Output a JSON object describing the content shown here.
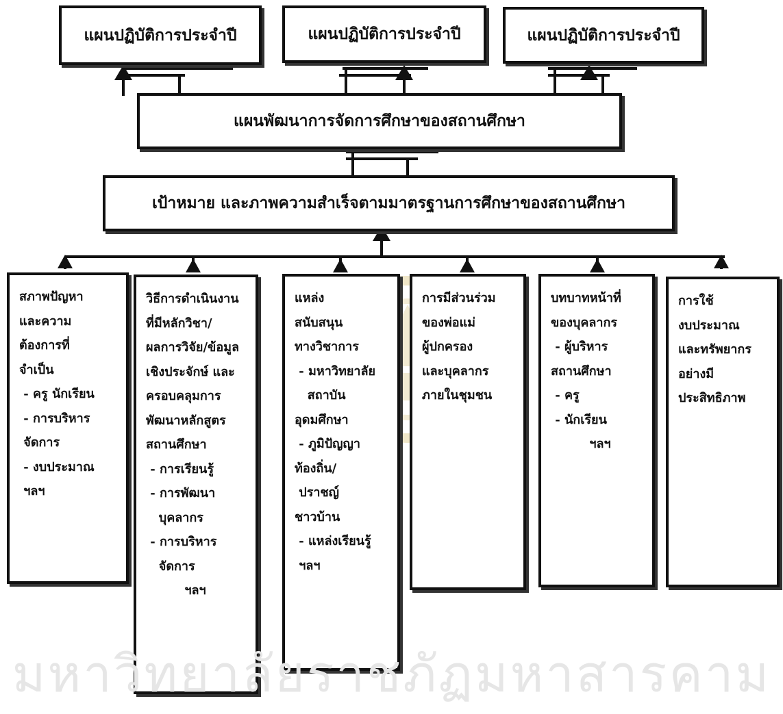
{
  "annual_plans": [
    {
      "label": "แผนปฏิบัติการประจำปี"
    },
    {
      "label": "แผนปฏิบัติการประจำปี"
    },
    {
      "label": "แผนปฏิบัติการประจำปี"
    }
  ],
  "development_plan": {
    "label": "แผนพัฒนาการจัดการศึกษาของสถานศึกษา"
  },
  "goals": {
    "label": "เป้าหมาย และภาพความสำเร็จตามมาตรฐานการศึกษาของสถานศึกษา"
  },
  "factors": [
    {
      "lines": [
        "สภาพปัญหา",
        "และความ",
        "ต้องการที่",
        "จำเป็น",
        " - ครู นักเรียน",
        " - การบริหาร",
        " จัดการ",
        " - งบประมาณ",
        " ฯลฯ"
      ]
    },
    {
      "lines": [
        "วิธีการดำเนินงาน",
        "ที่มีหลักวิชา/",
        "ผลการวิจัย/ข้อมูล",
        "เชิงประจักษ์ และ",
        "ครอบคลุมการ",
        "พัฒนาหลักสูตร",
        "สถานศึกษา",
        " - การเรียนรู้",
        " - การพัฒนา",
        "   บุคลากร",
        " - การบริหาร",
        "   จัดการ",
        "         ฯลฯ"
      ]
    },
    {
      "lines": [
        "แหล่ง",
        "สนับสนุน",
        "ทางวิชาการ",
        " - มหาวิทยาลัย",
        "   สถาบัน",
        "อุดมศึกษา",
        " - ภูมิปัญญา",
        "ท้องถิ่น/",
        " ปราชญ์",
        "ชาวบ้าน",
        " - แหล่งเรียนรู้",
        " ฯลฯ"
      ]
    },
    {
      "lines": [
        "การมีส่วนร่วม",
        "ของพ่อแม่",
        "ผู้ปกครอง",
        "และบุคลากร",
        "ภายในชุมชน"
      ]
    },
    {
      "lines": [
        "บทบาทหน้าที่",
        "ของบุคลากร",
        " - ผู้บริหาร",
        "สถานศึกษา",
        " - ครู",
        " - นักเรียน",
        "         ฯลฯ"
      ]
    },
    {
      "lines": [
        "การใช้",
        "งบประมาณ",
        "และทรัพยากร",
        "อย่างมี",
        "ประสิทธิภาพ"
      ]
    }
  ],
  "watermark": {
    "text": "มหาวิทยาลัยราชภัฏมหาสารคาม"
  }
}
